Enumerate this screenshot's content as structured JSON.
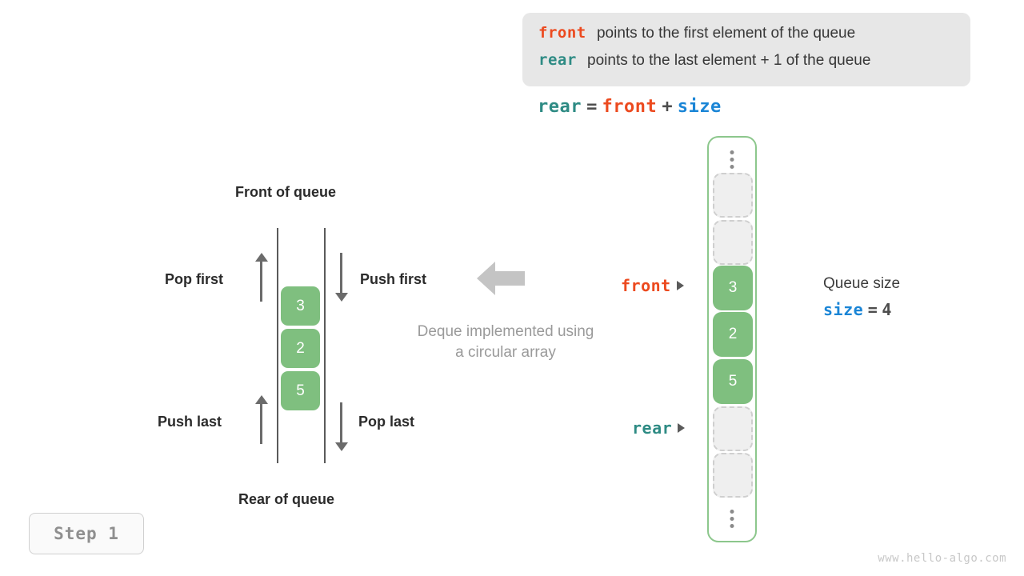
{
  "note": {
    "front_token": "front",
    "front_text": "points to the first element of the queue",
    "rear_token": "rear",
    "rear_text": "points to the last element + 1 of the queue"
  },
  "formula": {
    "lhs": "rear",
    "eq": "=",
    "rhs1": "front",
    "plus": "+",
    "rhs2": "size"
  },
  "deque": {
    "front_label": "Front of queue",
    "rear_label": "Rear of queue",
    "ops": {
      "pop_first": "Pop first",
      "push_first": "Push first",
      "push_last": "Push last",
      "pop_last": "Pop last"
    },
    "cells": [
      "3",
      "2",
      "5"
    ],
    "caption_line1": "Deque implemented using",
    "caption_line2": "a circular array"
  },
  "array": {
    "slots": [
      {
        "kind": "ellipsis",
        "value": ""
      },
      {
        "kind": "empty",
        "value": ""
      },
      {
        "kind": "empty",
        "value": ""
      },
      {
        "kind": "filled",
        "value": "3"
      },
      {
        "kind": "filled",
        "value": "2"
      },
      {
        "kind": "filled",
        "value": "5"
      },
      {
        "kind": "empty",
        "value": ""
      },
      {
        "kind": "empty",
        "value": ""
      },
      {
        "kind": "ellipsis",
        "value": ""
      }
    ],
    "pointers": {
      "front": "front",
      "rear": "rear"
    }
  },
  "queue_size": {
    "title": "Queue size",
    "var": "size",
    "eq": "=",
    "value": "4"
  },
  "step": {
    "label": "Step 1"
  },
  "watermark": {
    "text": "www.hello-algo.com"
  },
  "colors": {
    "front": "#ec4a1f",
    "rear": "#2e8b84",
    "size": "#1a85d6",
    "cell_fill": "#7fbf7f",
    "array_border": "#8cc78c",
    "note_bg": "#e7e7e7",
    "caption": "#9a9a9a"
  }
}
